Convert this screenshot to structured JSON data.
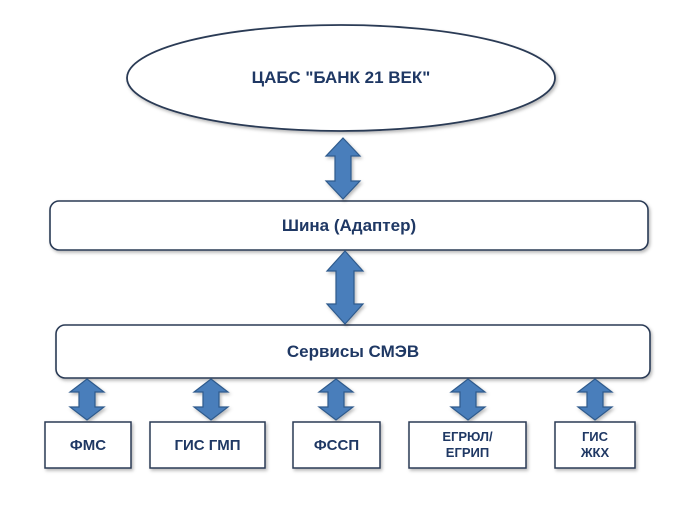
{
  "diagram": {
    "top_system": {
      "label": "ЦАБС \"БАНК 21 ВЕК\""
    },
    "bus": {
      "label": "Шина (Адаптер)"
    },
    "services": {
      "label": "Сервисы СМЭВ"
    },
    "endpoints": [
      {
        "id": "fms",
        "label": "ФМС"
      },
      {
        "id": "gis-gmp",
        "label": "ГИС ГМП"
      },
      {
        "id": "fssp",
        "label": "ФССП"
      },
      {
        "id": "egrul",
        "label": "ЕГРЮЛ/\nЕГРИП"
      },
      {
        "id": "gis-zhkh",
        "label": "ГИС\nЖКХ"
      }
    ]
  },
  "colors": {
    "arrow_fill": "#4a7ebb",
    "arrow_stroke": "#2e5a8c",
    "text": "#1f3864",
    "border": "#2b3a55"
  }
}
